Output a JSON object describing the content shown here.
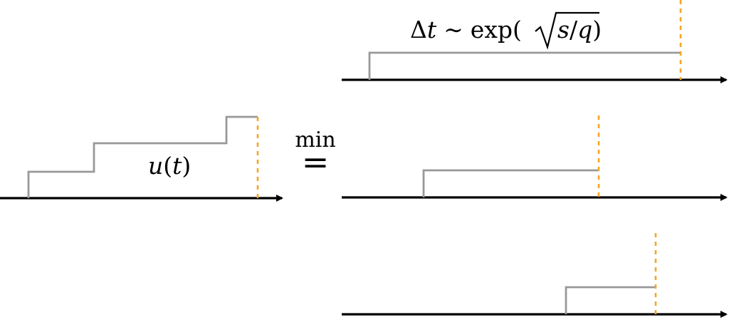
{
  "left_panel": {
    "label_u": "u",
    "label_paren_open": "(",
    "label_t": "t",
    "label_paren_close": ")"
  },
  "operator": {
    "label_min": "min",
    "label_eq": "="
  },
  "top_panel": {
    "delta": "Δ",
    "t": "t",
    "sim": "∼",
    "exp": "exp",
    "paren_open": "(",
    "s": "s",
    "slash": "/",
    "q": "q",
    "paren_close": ")"
  },
  "colors": {
    "axis": "#000000",
    "step": "#999999",
    "threshold": "#f5a623"
  }
}
